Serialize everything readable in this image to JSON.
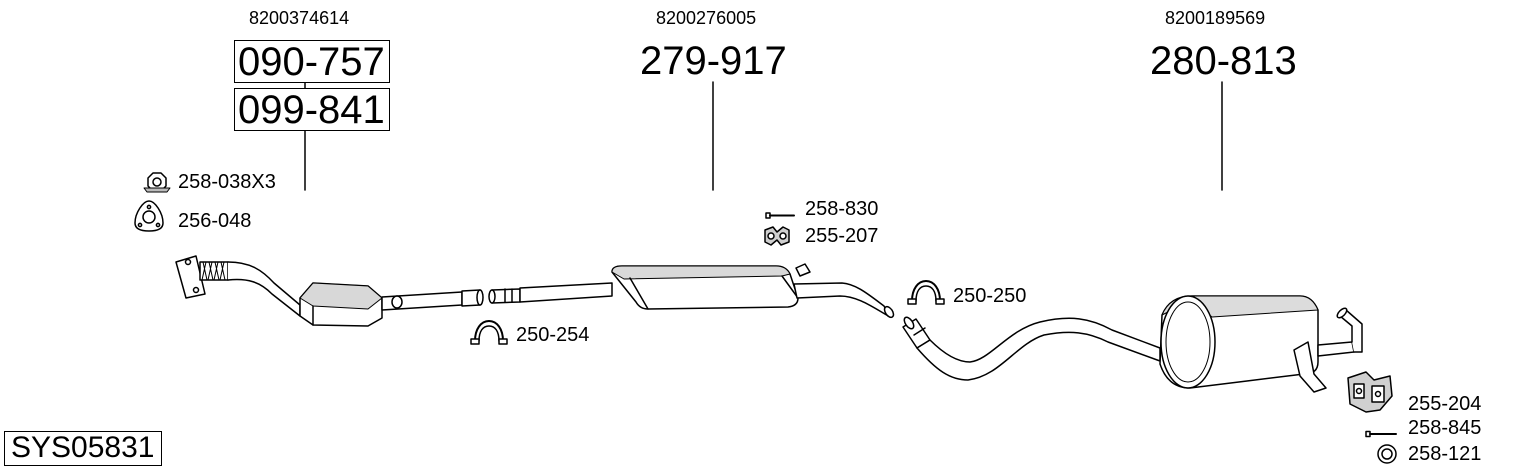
{
  "groups": [
    {
      "oem": "8200374614",
      "parts": [
        "090-757",
        "099-841"
      ]
    },
    {
      "oem": "8200276005",
      "part": "279-917"
    },
    {
      "oem": "8200189569",
      "part": "280-813"
    }
  ],
  "fittings": {
    "nut": "258-038X3",
    "gasket": "256-048",
    "bolt_mid": "258-830",
    "hanger_mid": "255-207",
    "clamp_mid": "250-250",
    "clamp_front": "250-254",
    "hanger_rear": "255-204",
    "bolt_rear": "258-845",
    "ring_rear": "258-121"
  },
  "system_code": "SYS05831",
  "colors": {
    "line": "#000000",
    "fill": "#ffffff",
    "shade": "#cccccc"
  }
}
